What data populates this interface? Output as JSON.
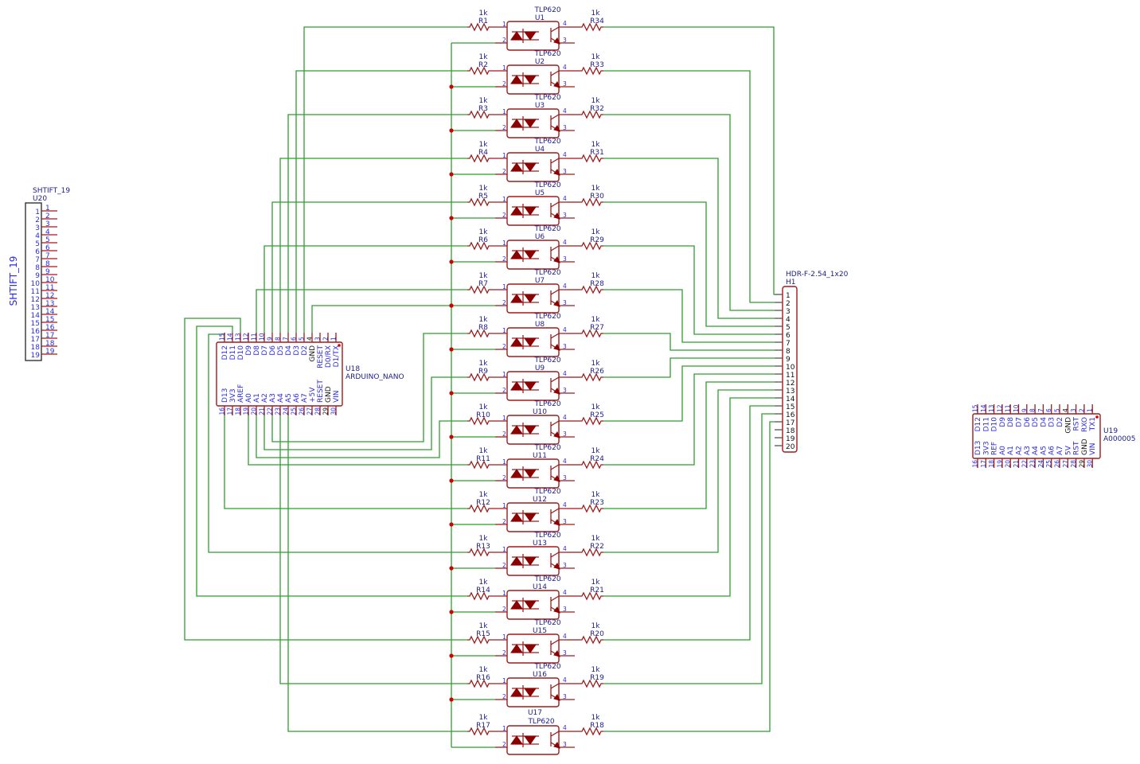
{
  "colors": {
    "component": "#9b1c1c",
    "wire": "#2f9e2f",
    "pin_label": "#2a2ae6",
    "ref_label": "#1c1c8a",
    "junction": "#d40000"
  },
  "opto_pins": [
    "1",
    "2",
    "3",
    "4"
  ],
  "optocouplers": [
    {
      "ref": "U1",
      "value": "TLP620",
      "r_in": {
        "ref": "R1",
        "value": "1k"
      },
      "r_out": {
        "ref": "R34",
        "value": "1k"
      }
    },
    {
      "ref": "U2",
      "value": "TLP620",
      "r_in": {
        "ref": "R2",
        "value": "1k"
      },
      "r_out": {
        "ref": "R33",
        "value": "1k"
      }
    },
    {
      "ref": "U3",
      "value": "TLP620",
      "r_in": {
        "ref": "R3",
        "value": "1k"
      },
      "r_out": {
        "ref": "R32",
        "value": "1k"
      }
    },
    {
      "ref": "U4",
      "value": "TLP620",
      "r_in": {
        "ref": "R4",
        "value": "1k"
      },
      "r_out": {
        "ref": "R31",
        "value": "1k"
      }
    },
    {
      "ref": "U5",
      "value": "TLP620",
      "r_in": {
        "ref": "R5",
        "value": "1k"
      },
      "r_out": {
        "ref": "R30",
        "value": "1k"
      }
    },
    {
      "ref": "U6",
      "value": "TLP620",
      "r_in": {
        "ref": "R6",
        "value": "1k"
      },
      "r_out": {
        "ref": "R29",
        "value": "1k"
      }
    },
    {
      "ref": "U7",
      "value": "TLP620",
      "r_in": {
        "ref": "R7",
        "value": "1k"
      },
      "r_out": {
        "ref": "R28",
        "value": "1k"
      }
    },
    {
      "ref": "U8",
      "value": "TLP620",
      "r_in": {
        "ref": "R8",
        "value": "1k"
      },
      "r_out": {
        "ref": "R27",
        "value": "1k"
      }
    },
    {
      "ref": "U9",
      "value": "TLP620",
      "r_in": {
        "ref": "R9",
        "value": "1k"
      },
      "r_out": {
        "ref": "R26",
        "value": "1k"
      }
    },
    {
      "ref": "U10",
      "value": "TLP620",
      "r_in": {
        "ref": "R10",
        "value": "1k"
      },
      "r_out": {
        "ref": "R25",
        "value": "1k"
      }
    },
    {
      "ref": "U11",
      "value": "TLP620",
      "r_in": {
        "ref": "R11",
        "value": "1k"
      },
      "r_out": {
        "ref": "R24",
        "value": "1k"
      }
    },
    {
      "ref": "U12",
      "value": "TLP620",
      "r_in": {
        "ref": "R12",
        "value": "1k"
      },
      "r_out": {
        "ref": "R23",
        "value": "1k"
      }
    },
    {
      "ref": "U13",
      "value": "TLP620",
      "r_in": {
        "ref": "R13",
        "value": "1k"
      },
      "r_out": {
        "ref": "R22",
        "value": "1k"
      }
    },
    {
      "ref": "U14",
      "value": "TLP620",
      "r_in": {
        "ref": "R14",
        "value": "1k"
      },
      "r_out": {
        "ref": "R21",
        "value": "1k"
      }
    },
    {
      "ref": "U15",
      "value": "TLP620",
      "r_in": {
        "ref": "R15",
        "value": "1k"
      },
      "r_out": {
        "ref": "R20",
        "value": "1k"
      }
    },
    {
      "ref": "U16",
      "value": "TLP620",
      "r_in": {
        "ref": "R16",
        "value": "1k"
      },
      "r_out": {
        "ref": "R19",
        "value": "1k"
      }
    },
    {
      "ref": "U17",
      "value": "TLP620",
      "r_in": {
        "ref": "R17",
        "value": "1k"
      },
      "r_out": {
        "ref": "R18",
        "value": "1k"
      }
    }
  ],
  "arduino_nano": {
    "ref": "U18",
    "value": "ARDUINO_NANO",
    "top_pins": [
      {
        "num": "15",
        "name": "D12"
      },
      {
        "num": "14",
        "name": "D11"
      },
      {
        "num": "13",
        "name": "D10"
      },
      {
        "num": "12",
        "name": "D9"
      },
      {
        "num": "11",
        "name": "D8"
      },
      {
        "num": "10",
        "name": "D7"
      },
      {
        "num": "9",
        "name": "D6"
      },
      {
        "num": "8",
        "name": "D5"
      },
      {
        "num": "7",
        "name": "D4"
      },
      {
        "num": "6",
        "name": "D3"
      },
      {
        "num": "5",
        "name": "D2"
      },
      {
        "num": "4",
        "name": "GND"
      },
      {
        "num": "3",
        "name": "RESET"
      },
      {
        "num": "2",
        "name": "D0/RX"
      },
      {
        "num": "1",
        "name": "D1/TX"
      }
    ],
    "bottom_pins": [
      {
        "num": "16",
        "name": "D13"
      },
      {
        "num": "17",
        "name": "3V3"
      },
      {
        "num": "18",
        "name": "AREF"
      },
      {
        "num": "19",
        "name": "A0"
      },
      {
        "num": "20",
        "name": "A1"
      },
      {
        "num": "21",
        "name": "A2"
      },
      {
        "num": "22",
        "name": "A3"
      },
      {
        "num": "23",
        "name": "A4"
      },
      {
        "num": "24",
        "name": "A5"
      },
      {
        "num": "25",
        "name": "A6"
      },
      {
        "num": "26",
        "name": "A7"
      },
      {
        "num": "27",
        "name": "+5V"
      },
      {
        "num": "28",
        "name": "RESET"
      },
      {
        "num": "29",
        "name": "GND"
      },
      {
        "num": "30",
        "name": "VIN"
      }
    ]
  },
  "arduino_a000005": {
    "ref": "U19",
    "value": "A000005",
    "top_pins": [
      {
        "num": "15",
        "name": "D12"
      },
      {
        "num": "14",
        "name": "D11"
      },
      {
        "num": "13",
        "name": "D10"
      },
      {
        "num": "12",
        "name": "D9"
      },
      {
        "num": "11",
        "name": "D8"
      },
      {
        "num": "10",
        "name": "D7"
      },
      {
        "num": "9",
        "name": "D6"
      },
      {
        "num": "8",
        "name": "D5"
      },
      {
        "num": "7",
        "name": "D4"
      },
      {
        "num": "6",
        "name": "D3"
      },
      {
        "num": "5",
        "name": "D2"
      },
      {
        "num": "4",
        "name": "GND"
      },
      {
        "num": "3",
        "name": "RST"
      },
      {
        "num": "2",
        "name": "RXO"
      },
      {
        "num": "1",
        "name": "TX1"
      }
    ],
    "bottom_pins": [
      {
        "num": "16",
        "name": "D13"
      },
      {
        "num": "17",
        "name": "3V3"
      },
      {
        "num": "18",
        "name": "REF"
      },
      {
        "num": "19",
        "name": "A0"
      },
      {
        "num": "20",
        "name": "A1"
      },
      {
        "num": "21",
        "name": "A2"
      },
      {
        "num": "22",
        "name": "A3"
      },
      {
        "num": "23",
        "name": "A4"
      },
      {
        "num": "24",
        "name": "A5"
      },
      {
        "num": "25",
        "name": "A6"
      },
      {
        "num": "26",
        "name": "A7"
      },
      {
        "num": "27",
        "name": "5V"
      },
      {
        "num": "28",
        "name": "RST"
      },
      {
        "num": "29",
        "name": "GND"
      },
      {
        "num": "30",
        "name": "VIN"
      }
    ]
  },
  "header": {
    "ref": "H1",
    "value": "HDR-F-2.54_1x20",
    "pins": [
      "1",
      "2",
      "3",
      "4",
      "5",
      "6",
      "7",
      "8",
      "9",
      "10",
      "11",
      "12",
      "13",
      "14",
      "15",
      "16",
      "17",
      "18",
      "19",
      "20"
    ]
  },
  "shtift": {
    "ref": "U20",
    "value": "SHTIFT_19",
    "title": "SHTIFT_19",
    "pins": [
      "1",
      "2",
      "3",
      "4",
      "5",
      "6",
      "7",
      "8",
      "9",
      "10",
      "11",
      "12",
      "13",
      "14",
      "15",
      "16",
      "17",
      "18",
      "19"
    ]
  }
}
